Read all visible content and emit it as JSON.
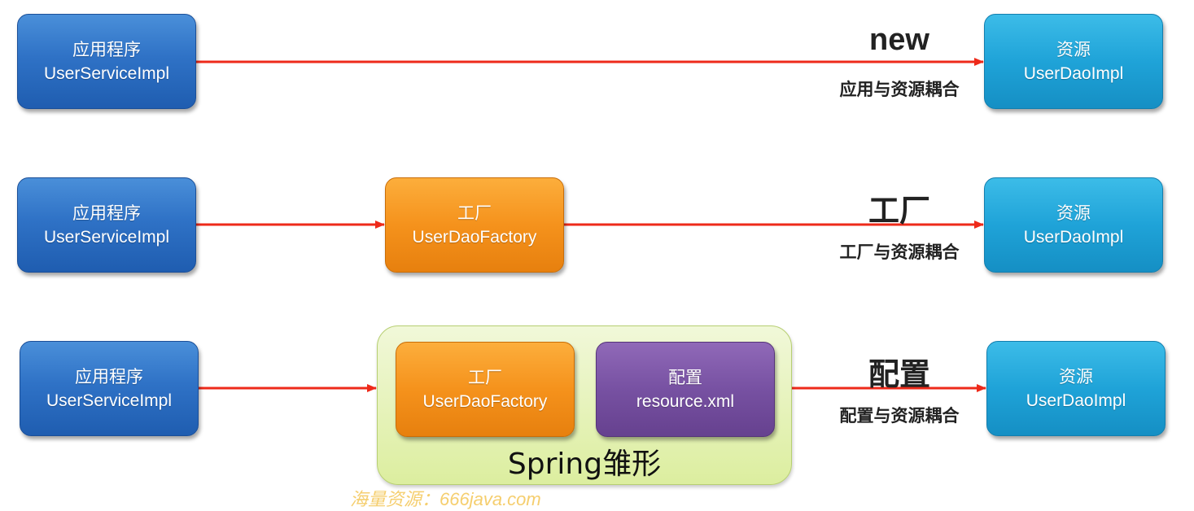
{
  "rows": [
    {
      "app": {
        "title": "应用程序",
        "sub": "UserServiceImpl"
      },
      "edge_title": "new",
      "edge_caption": "应用与资源耦合",
      "resource": {
        "title": "资源",
        "sub": "UserDaoImpl"
      }
    },
    {
      "app": {
        "title": "应用程序",
        "sub": "UserServiceImpl"
      },
      "factory": {
        "title": "工厂",
        "sub": "UserDaoFactory"
      },
      "edge_title": "工厂",
      "edge_caption": "工厂与资源耦合",
      "resource": {
        "title": "资源",
        "sub": "UserDaoImpl"
      }
    },
    {
      "app": {
        "title": "应用程序",
        "sub": "UserServiceImpl"
      },
      "factory": {
        "title": "工厂",
        "sub": "UserDaoFactory"
      },
      "config": {
        "title": "配置",
        "sub": "resource.xml"
      },
      "container_label": "Spring雏形",
      "edge_title": "配置",
      "edge_caption": "配置与资源耦合",
      "resource": {
        "title": "资源",
        "sub": "UserDaoImpl"
      }
    }
  ],
  "watermark": "海量资源：666java.com",
  "colors": {
    "arrow": "#ee2a1a",
    "app_box": "#2f72c6",
    "resource_box": "#1fa3d8",
    "factory_box": "#f5921c",
    "config_box": "#7751a2",
    "container": "#dcee9f"
  }
}
